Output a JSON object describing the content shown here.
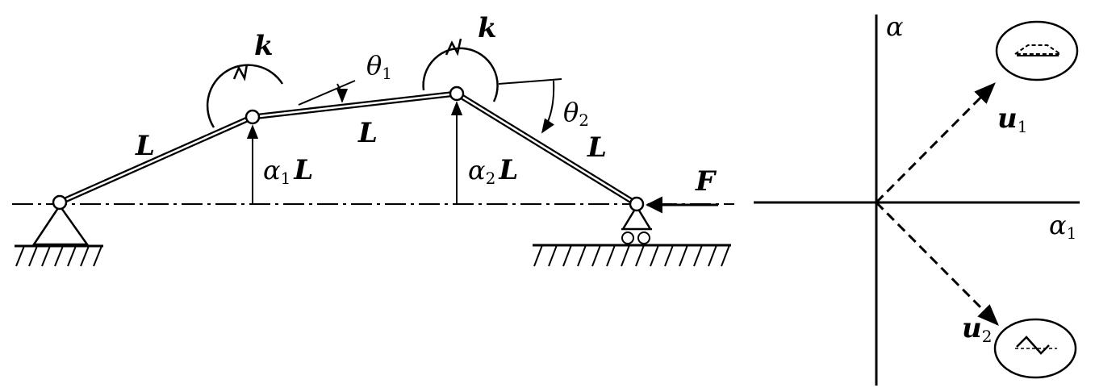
{
  "left_diagram": {
    "spring_left_label": "k",
    "spring_right_label": "k",
    "bar_left_label": "L",
    "bar_mid_label": "L",
    "bar_right_label": "L",
    "theta1": {
      "symbol": "θ",
      "sub": "1"
    },
    "theta2": {
      "symbol": "θ",
      "sub": "2"
    },
    "height1": {
      "symbol": "α",
      "sub": "1",
      "suffix": "L"
    },
    "height2": {
      "symbol": "α",
      "sub": "2",
      "suffix": "L"
    },
    "force_label": "F"
  },
  "right_diagram": {
    "vertical_axis_label": "α",
    "horizontal_axis": {
      "symbol": "α",
      "sub": "1"
    },
    "vector1": {
      "symbol": "u",
      "sub": "1"
    },
    "vector2": {
      "symbol": "u",
      "sub": "2"
    }
  }
}
